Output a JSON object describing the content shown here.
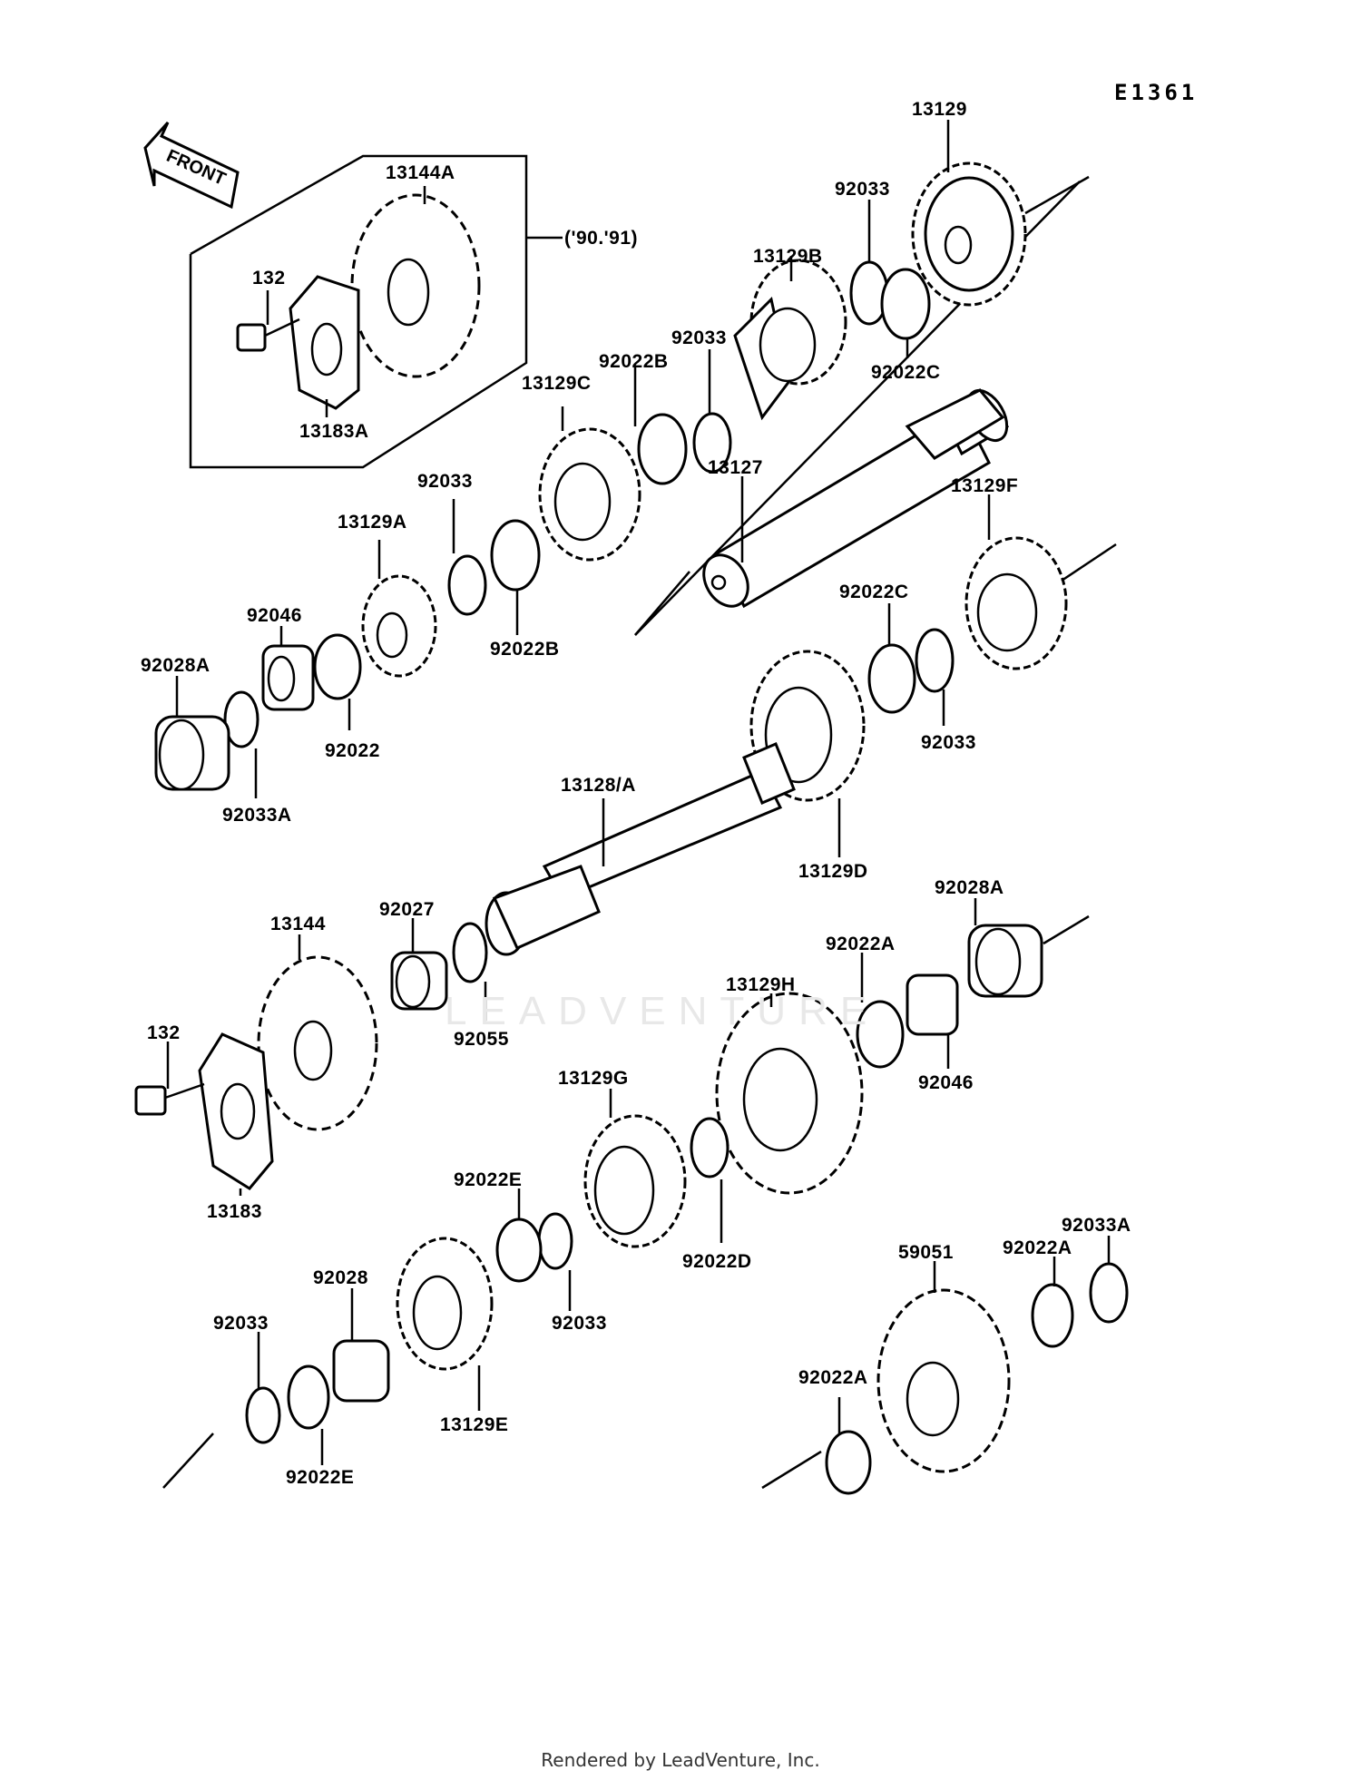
{
  "diagram_id": "E1361",
  "front_label": "FRONT",
  "year_note": "('90.'91)",
  "watermark": "LEADVENTURE",
  "footer": "Rendered by LeadVenture, Inc.",
  "parts": {
    "p13129_top": "13129",
    "p92033_top": "92033",
    "p13144A": "13144A",
    "p132_top": "132",
    "p13183A": "13183A",
    "p13129B": "13129B",
    "p92033_mid": "92033",
    "p92022B_top": "92022B",
    "p13129C_top": "13129C",
    "p92022C_top": "92022C",
    "p92033_left": "92033",
    "p13129A": "13129A",
    "p13127": "13127",
    "p13129F": "13129F",
    "p92046_left": "92046",
    "p92022B_low": "92022B",
    "p92022C_mid": "92022C",
    "p92028A_left": "92028A",
    "p92022": "92022",
    "p92033_right": "92033",
    "p92033A_left": "92033A",
    "p13128A": "13128/A",
    "p13129D": "13129D",
    "p92028A_right": "92028A",
    "p92027": "92027",
    "p13144": "13144",
    "p13129H": "13129H",
    "p92022A_top": "92022A",
    "p132_low": "132",
    "p92055": "92055",
    "p92046_right": "92046",
    "p13129G": "13129G",
    "p13183": "13183",
    "p92022E_top": "92022E",
    "p92022D": "92022D",
    "p92033A_right": "92033A",
    "p59051": "59051",
    "p92022A_mid": "92022A",
    "p92028": "92028",
    "p92033_bottom": "92033",
    "p92033_center": "92033",
    "p92022A_low": "92022A",
    "p13129E": "13129E",
    "p92022E_low": "92022E"
  }
}
